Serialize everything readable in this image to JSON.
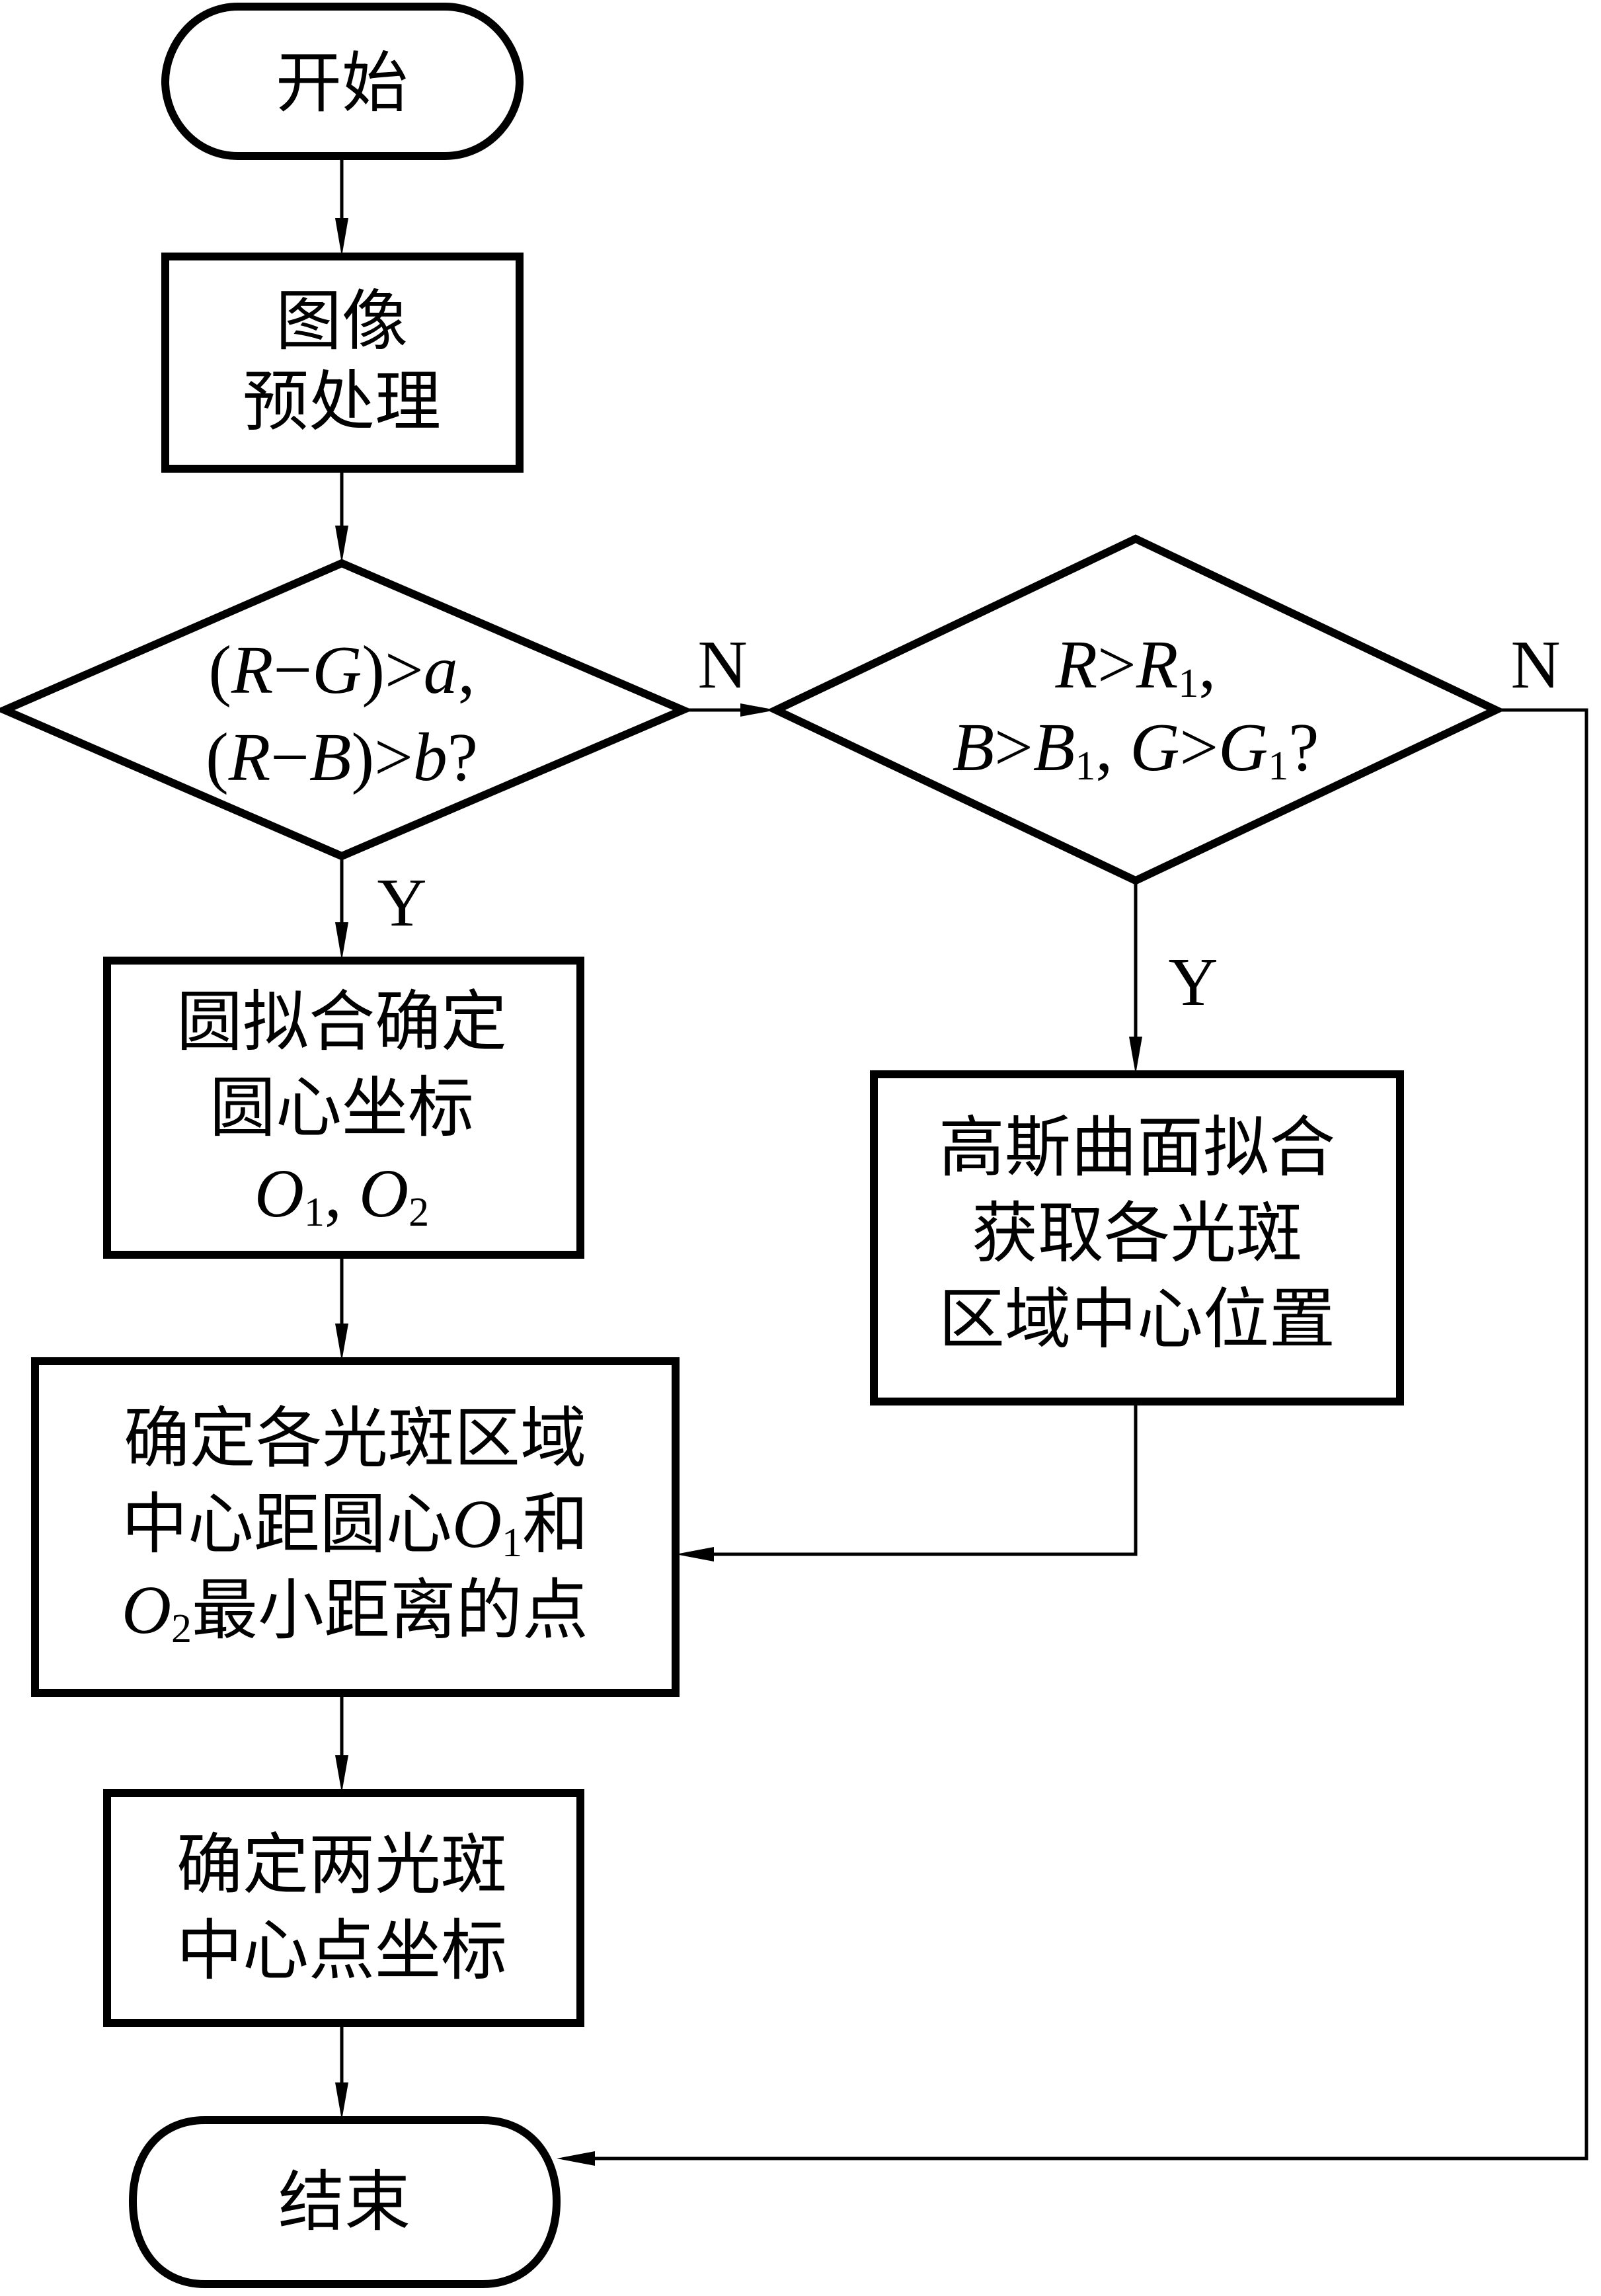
{
  "flowchart": {
    "start": {
      "label": "开始"
    },
    "preprocess": {
      "lines": [
        "图像",
        "预处理"
      ]
    },
    "decision1": {
      "line1": {
        "p1": "(",
        "v1": "R",
        "p2": "−",
        "v2": "G",
        "p3": ")>",
        "v3": "a",
        "p4": ","
      },
      "line2": {
        "p1": "(",
        "v1": "R",
        "p2": "−",
        "v2": "B",
        "p3": ")>",
        "v3": "b",
        "p4": "?"
      },
      "yes_label": "Y",
      "no_label": "N"
    },
    "decision2": {
      "line1": {
        "v1": "R",
        "op": ">",
        "v2": "R",
        "s2": "1",
        "p": ","
      },
      "line2": {
        "v1": "B",
        "op1": ">",
        "v2": "B",
        "s2": "1",
        "sep": ", ",
        "v3": "G",
        "op2": ">",
        "v4": "G",
        "s4": "1",
        "q": "?"
      },
      "yes_label": "Y",
      "no_label": "N"
    },
    "circle_fit": {
      "lines": [
        "圆拟合确定",
        "圆心坐标"
      ],
      "coord_line": {
        "v1": "O",
        "s1": "1",
        "sep": ", ",
        "v2": "O",
        "s2": "2"
      }
    },
    "gauss_fit": {
      "lines": [
        "高斯曲面拟合",
        "获取各光斑",
        "区域中心位置"
      ]
    },
    "min_distance": {
      "line1": "确定各光斑区域",
      "line2": {
        "pre": "中心距圆心",
        "v": "O",
        "s": "1",
        "post": "和"
      },
      "line3": {
        "v": "O",
        "s": "2",
        "post": "最小距离的点"
      }
    },
    "final_coords": {
      "lines": [
        "确定两光斑",
        "中心点坐标"
      ]
    },
    "end": {
      "label": "结束"
    }
  }
}
